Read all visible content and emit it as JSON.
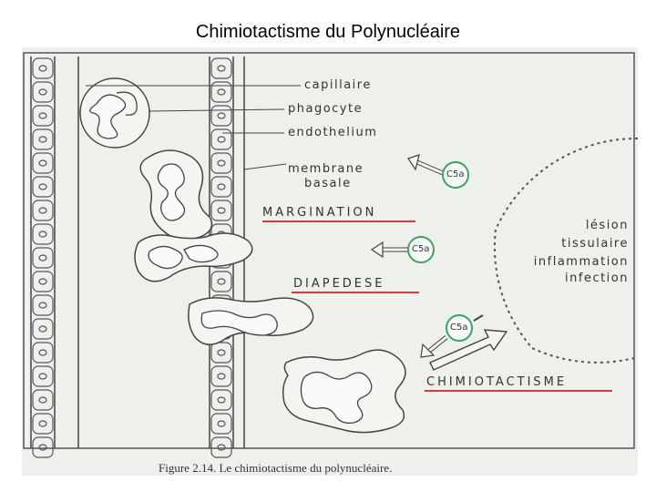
{
  "slide": {
    "title": "Chimiotactisme du Polynucléaire"
  },
  "labels": {
    "capillaire": "capillaire",
    "phagocyte": "phagocyte",
    "endothelium": "endothelium",
    "membrane_line1": "membrane",
    "membrane_line2": "basale"
  },
  "stages": {
    "margination": "MARGINATION",
    "diapedese": "DIAPEDESE",
    "chimiotactisme": "CHIMIOTACTISME"
  },
  "lesion": {
    "line1": "lésion",
    "line2": "tissulaire",
    "line3": "inflammation",
    "line4": "infection"
  },
  "mediator": {
    "label": "C5a"
  },
  "caption": "Figure 2.14. Le chimiotactisme du polynucléaire.",
  "colors": {
    "stage_underline": "#d83a3a",
    "c5a_ring": "#3aa65a",
    "ink": "#333333"
  }
}
